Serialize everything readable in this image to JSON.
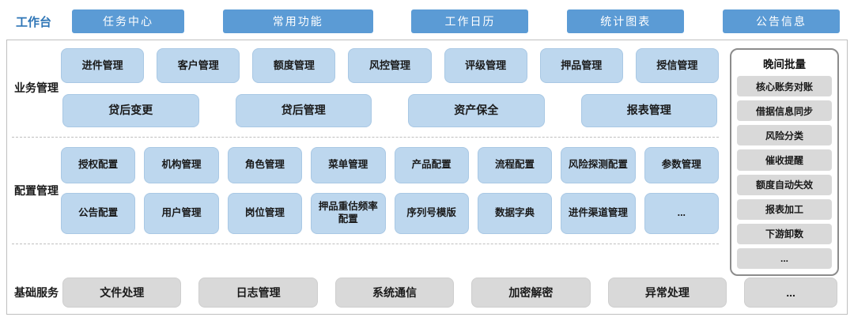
{
  "colors": {
    "workbench_button": "#5B9BD5",
    "workbench_label_text": "#2E75B6",
    "module_chip": "#BDD7EE",
    "service_chip": "#D9D9D9"
  },
  "workbench": {
    "label": "工作台",
    "buttons": [
      "任务中心",
      "常用功能",
      "工作日历",
      "统计图表",
      "公告信息"
    ]
  },
  "business": {
    "label": "业务管理",
    "row1": [
      "进件管理",
      "客户管理",
      "额度管理",
      "风控管理",
      "评级管理",
      "押品管理",
      "授信管理"
    ],
    "row2": [
      "贷后变更",
      "贷后管理",
      "资产保全",
      "报表管理"
    ]
  },
  "config": {
    "label": "配置管理",
    "row1": [
      "授权配置",
      "机构管理",
      "角色管理",
      "菜单管理",
      "产品配置",
      "流程配置",
      "风险探测配置",
      "参数管理"
    ],
    "row2": [
      "公告配置",
      "用户管理",
      "岗位管理",
      "押品重估频率配置",
      "序列号模版",
      "数据字典",
      "进件渠道管理",
      "..."
    ]
  },
  "basic": {
    "label": "基础服务",
    "items": [
      "文件处理",
      "日志管理",
      "系统通信",
      "加密解密",
      "异常处理",
      "..."
    ]
  },
  "batch": {
    "title": "晚间批量",
    "items": [
      "核心账务对账",
      "借据信息同步",
      "风险分类",
      "催收提醒",
      "额度自动失效",
      "报表加工",
      "下游卸数",
      "..."
    ]
  }
}
